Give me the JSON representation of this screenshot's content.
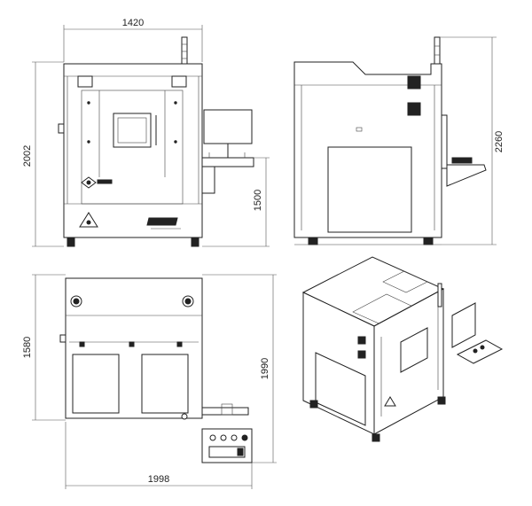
{
  "dimensions": {
    "front_width": "1420",
    "front_height": "2002",
    "table_height": "1500",
    "side_height": "2260",
    "top_depth": "1580",
    "top_total_depth": "1990",
    "top_total_width": "1998"
  },
  "icons": {
    "radiation_warning": "radiation-warning-icon",
    "company_logo": "company-logo-icon",
    "xray_brand": "x-ray-brand-logo"
  },
  "colors": {
    "line": "#222222",
    "background": "#ffffff"
  }
}
